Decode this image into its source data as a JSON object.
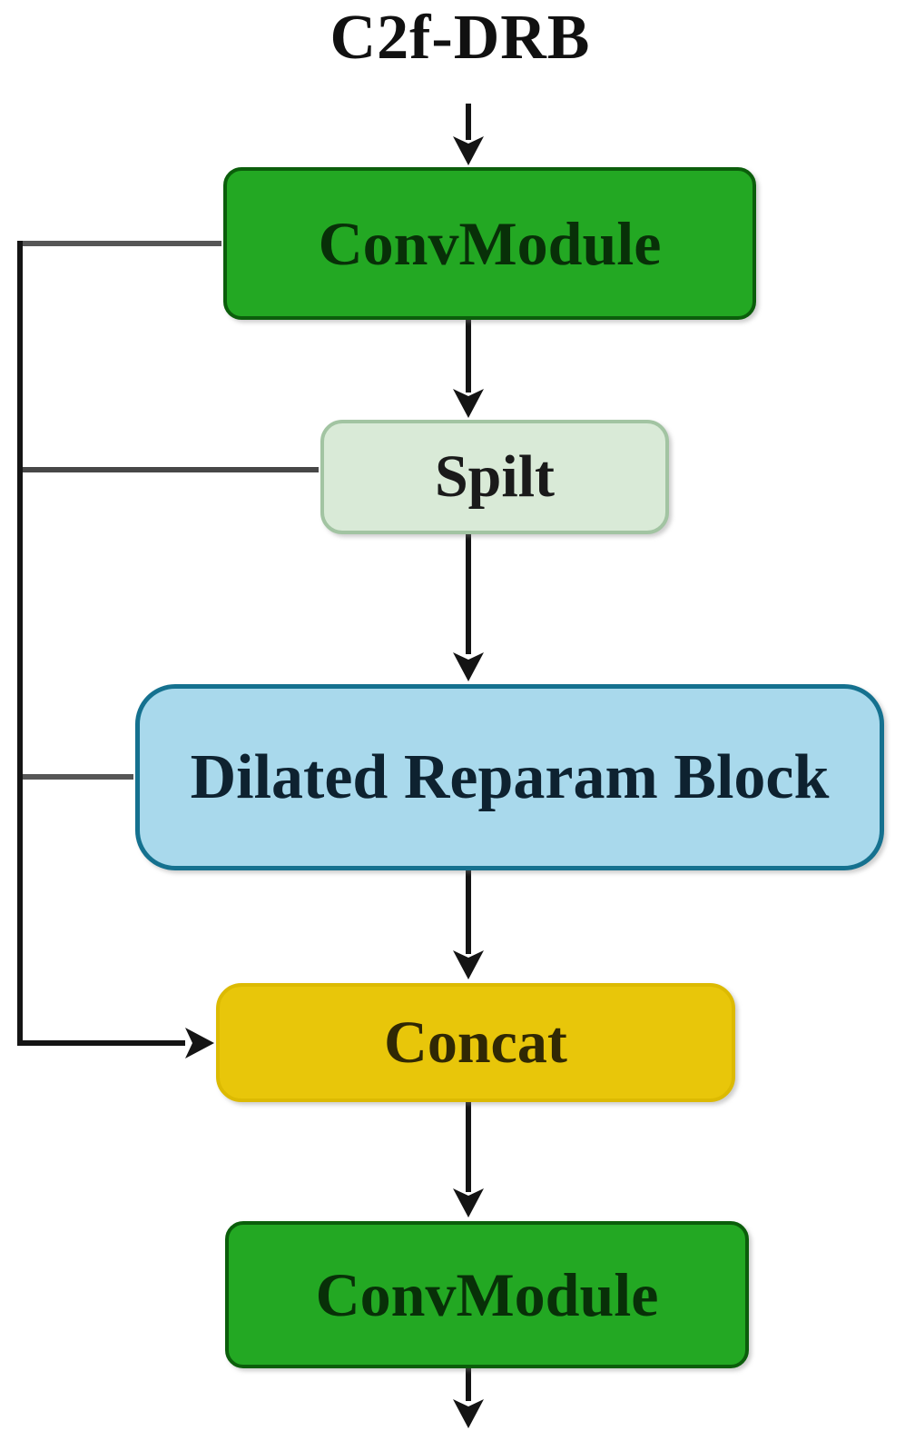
{
  "diagram": {
    "title": "C2f-DRB",
    "nodes": [
      {
        "label": "ConvModule",
        "fill": "#23a823",
        "border": "#0b5e0b",
        "text_color": "#083008"
      },
      {
        "label": "Spilt",
        "fill": "#d9ead7",
        "border": "#a2c4a2",
        "text_color": "#1a1a1a"
      },
      {
        "label": "Dilated Reparam Block",
        "fill": "#a9d9ec",
        "border": "#15718f",
        "text_color": "#0e2230"
      },
      {
        "label": "Concat",
        "fill": "#e8c60a",
        "border": "#dcba02",
        "text_color": "#302804"
      },
      {
        "label": "ConvModule",
        "fill": "#23a823",
        "border": "#0b5e0b",
        "text_color": "#083008"
      }
    ],
    "edges": [
      {
        "from": "C2f-DRB",
        "to": "ConvModule",
        "kind": "main"
      },
      {
        "from": "ConvModule",
        "to": "Spilt",
        "kind": "main"
      },
      {
        "from": "Spilt",
        "to": "Dilated Reparam Block",
        "kind": "main"
      },
      {
        "from": "Dilated Reparam Block",
        "to": "Concat",
        "kind": "main"
      },
      {
        "from": "Concat",
        "to": "ConvModule",
        "kind": "main"
      },
      {
        "from": "ConvModule",
        "to": "output",
        "kind": "main"
      },
      {
        "from": "ConvModule",
        "to": "Concat",
        "kind": "skip"
      },
      {
        "from": "Spilt",
        "to": "Concat",
        "kind": "skip"
      },
      {
        "from": "Dilated Reparam Block",
        "to": "Concat",
        "kind": "skip"
      }
    ],
    "colors": {
      "arrow": "#141414",
      "skip_line": "#565656",
      "background": "#ffffff"
    }
  }
}
